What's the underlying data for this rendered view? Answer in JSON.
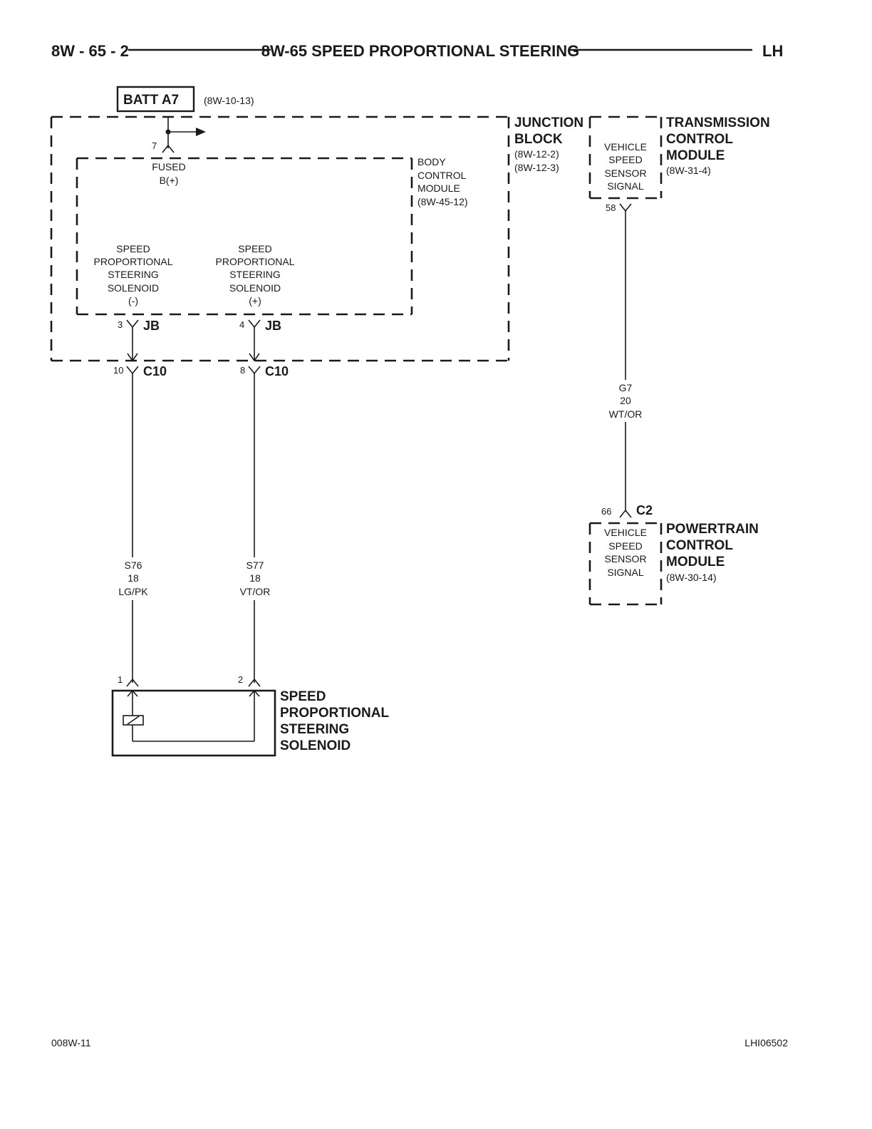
{
  "header": {
    "page_number": "8W - 65 - 2",
    "title": "8W-65 SPEED PROPORTIONAL STEERING",
    "side": "LH"
  },
  "batt": {
    "label": "BATT A7",
    "ref": "(8W-10-13)"
  },
  "junction_block": {
    "name_lines": [
      "JUNCTION",
      "BLOCK"
    ],
    "refs": [
      "(8W-12-2)",
      "(8W-12-3)"
    ],
    "fused_pin": "7",
    "fused_label": [
      "FUSED",
      "B(+)"
    ]
  },
  "body_control_module": {
    "name_lines": [
      "BODY",
      "CONTROL",
      "MODULE",
      "(8W-45-12)"
    ],
    "circuit_neg": [
      "SPEED",
      "PROPORTIONAL",
      "STEERING",
      "SOLENOID",
      "(-)"
    ],
    "circuit_pos": [
      "SPEED",
      "PROPORTIONAL",
      "STEERING",
      "SOLENOID",
      "(+)"
    ],
    "pin_neg": "3",
    "pin_pos": "4",
    "connector": "JB"
  },
  "c10": {
    "connector": "C10",
    "pin_neg": "10",
    "pin_pos": "8"
  },
  "wire_s76": {
    "code": "S76",
    "gauge": "18",
    "color": "LG/PK"
  },
  "wire_s77": {
    "code": "S77",
    "gauge": "18",
    "color": "VT/OR"
  },
  "solenoid": {
    "name_lines": [
      "SPEED",
      "PROPORTIONAL",
      "STEERING",
      "SOLENOID"
    ],
    "pin1": "1",
    "pin2": "2"
  },
  "tcm": {
    "name_lines": [
      "TRANSMISSION",
      "CONTROL",
      "MODULE"
    ],
    "ref": "(8W-31-4)",
    "circuit": [
      "VEHICLE",
      "SPEED",
      "SENSOR",
      "SIGNAL"
    ],
    "pin": "58"
  },
  "wire_g7": {
    "code": "G7",
    "gauge": "20",
    "color": "WT/OR"
  },
  "pcm": {
    "name_lines": [
      "POWERTRAIN",
      "CONTROL",
      "MODULE"
    ],
    "ref": "(8W-30-14)",
    "circuit": [
      "VEHICLE",
      "SPEED",
      "SENSOR",
      "SIGNAL"
    ],
    "pin": "66",
    "connector": "C2"
  },
  "footer": {
    "left": "008W-11",
    "right": "LHI06502"
  }
}
